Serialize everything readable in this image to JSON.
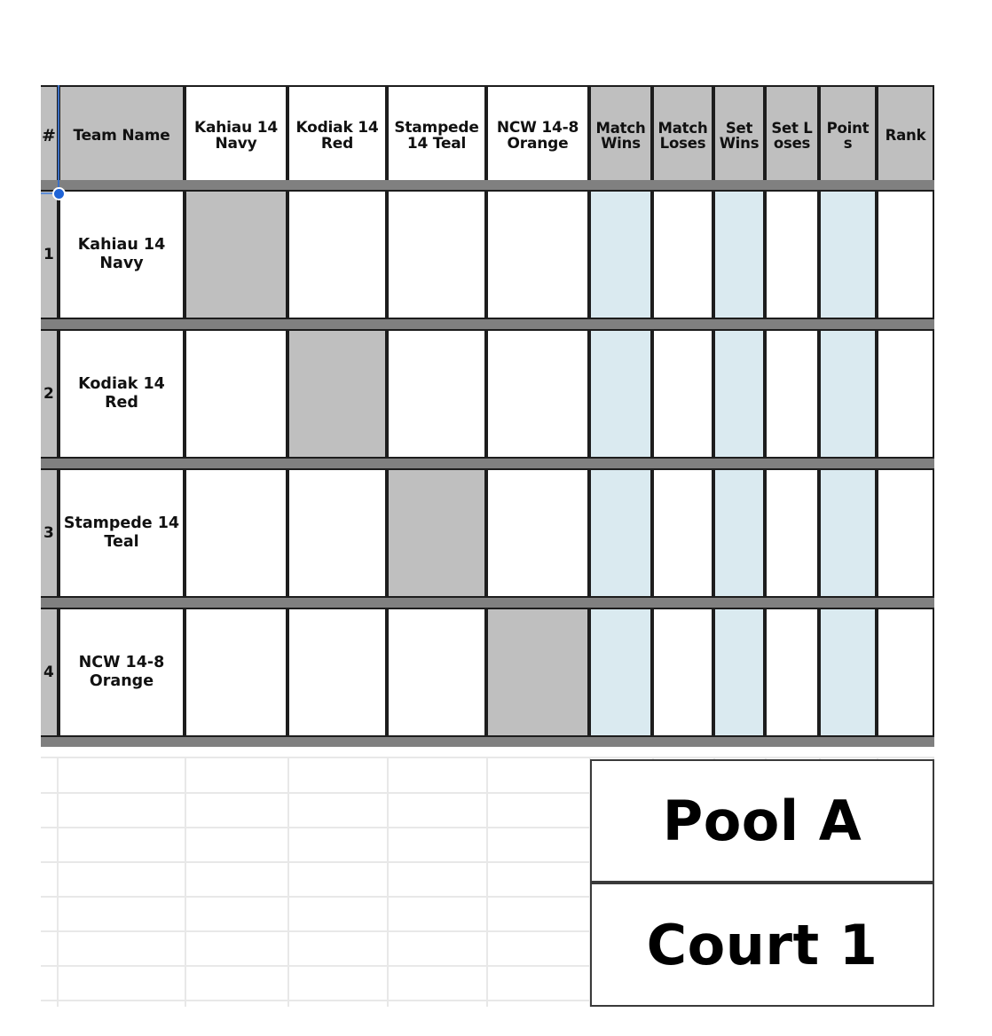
{
  "sheet": {
    "row_number_header": "#",
    "team_name_header": "Team Name",
    "row_numbers": [
      "1",
      "2",
      "3",
      "4"
    ],
    "teams": [
      "Kahiau 14 Navy",
      "Kodiak 14 Red",
      "Stampede 14 Teal",
      "NCW 14-8 Orange"
    ],
    "opponent_headers": [
      "Kahiau 14 Navy",
      "Kodiak 14 Red",
      "Stampede 14 Teal",
      "NCW 14-8 Orange"
    ],
    "stat_headers": [
      "Match Wins",
      "Match Loses",
      "Set Wins",
      "Set Loses",
      "Points",
      "Rank"
    ],
    "match_cells": [
      [
        "",
        "",
        "",
        ""
      ],
      [
        "",
        "",
        "",
        ""
      ],
      [
        "",
        "",
        "",
        ""
      ],
      [
        "",
        "",
        "",
        ""
      ]
    ],
    "stat_values": [
      [
        "",
        "",
        "",
        "",
        "",
        ""
      ],
      [
        "",
        "",
        "",
        "",
        "",
        ""
      ],
      [
        "",
        "",
        "",
        "",
        "",
        ""
      ],
      [
        "",
        "",
        "",
        "",
        "",
        ""
      ]
    ],
    "labels": {
      "pool": "Pool A",
      "court": "Court 1"
    },
    "colors": {
      "header_fill": "#bfbfbf",
      "diagonal_fill": "#bfbfbf",
      "stat_fill": "#daeaf0",
      "separator": "#808080",
      "border": "#1d1d1d",
      "freeze_marker": "#1f63d6",
      "gridline": "#e8e8e8"
    }
  }
}
